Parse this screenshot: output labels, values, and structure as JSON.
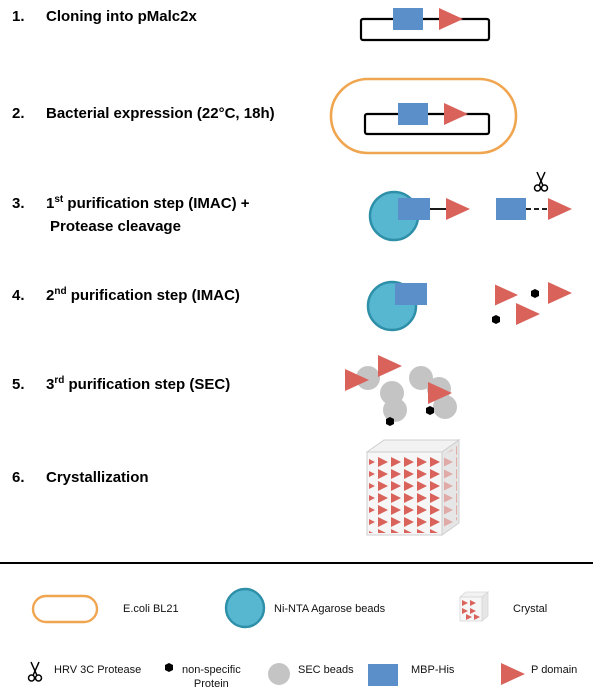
{
  "steps": [
    {
      "num": "1.",
      "text": "Cloning into pMalc2x"
    },
    {
      "num": "2.",
      "text": "Bacterial expression (22°C, 18h)"
    },
    {
      "num": "3.",
      "pre": "1",
      "sup": "st",
      "text": " purification step (IMAC) +",
      "line2": "Protease cleavage"
    },
    {
      "num": "4.",
      "pre": "2",
      "sup": "nd",
      "text": " purification step (IMAC)"
    },
    {
      "num": "5.",
      "pre": "3",
      "sup": "rd",
      "text": " purification step (SEC)"
    },
    {
      "num": "6.",
      "text": "Crystallization"
    }
  ],
  "legend": {
    "ecoli": "E.coli BL21",
    "nta": "Ni-NTA Agarose beads",
    "crystal": "Crystal",
    "protease": "HRV 3C Protease",
    "nonspecific_line1": "non-specific",
    "nonspecific_line2": "Protein",
    "sec": "SEC beads",
    "mbp": "MBP-His",
    "pdomain": "P domain"
  },
  "colors": {
    "mbp": "#5b8fc9",
    "pdomain": "#d9625b",
    "ecoli": "#f0a650",
    "nta_fill": "#58b7d0",
    "nta_stroke": "#2d8fa8",
    "sec_bead": "#c4c4c4",
    "protein": "#000000"
  },
  "icons": [
    "plasmid-icon",
    "ecoli-capsule-icon",
    "nta-bead-icon",
    "mbp-his-icon",
    "p-domain-icon",
    "scissors-icon",
    "protein-dot-icon",
    "sec-bead-icon",
    "crystal-cube-icon"
  ]
}
